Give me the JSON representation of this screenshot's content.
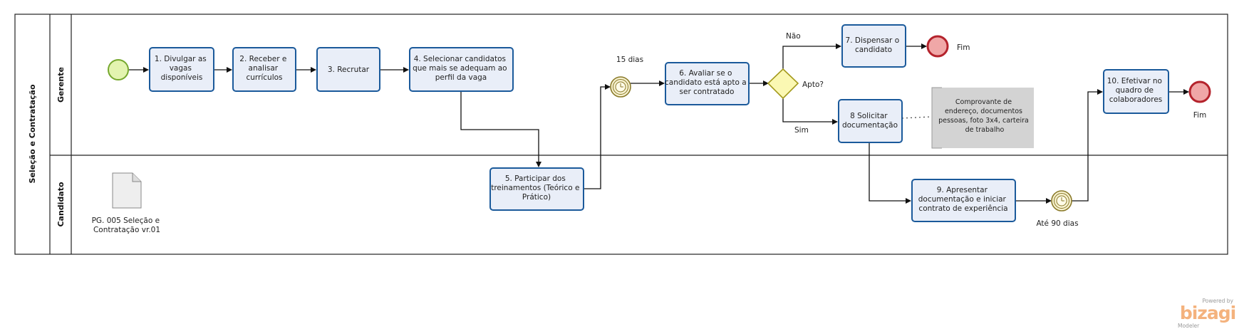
{
  "pool": {
    "title": "Seleção e Contratação"
  },
  "lanes": {
    "manager": "Gerente",
    "candidate": "Candidato"
  },
  "tasks": {
    "t1": [
      "1. Divulgar as",
      "vagas",
      "disponíveis"
    ],
    "t2": [
      "2. Receber e",
      "analisar",
      "currículos"
    ],
    "t3": [
      "3. Recrutar"
    ],
    "t4": [
      "4. Selecionar candidatos",
      "que mais se adequam ao",
      "perfil da vaga"
    ],
    "t5": [
      "5. Participar dos",
      "treinamentos (Teórico e",
      "Prático)"
    ],
    "t6": [
      "6. Avaliar se o",
      "candidato está apto a",
      "ser contratado"
    ],
    "t7": [
      "7. Dispensar o",
      "candidato"
    ],
    "t8": [
      "8 Solicitar",
      "documentação"
    ],
    "t9": [
      "9. Apresentar",
      "documentação e iniciar",
      "contrato de experiência"
    ],
    "t10": [
      "10. Efetivar no",
      "quadro de",
      "colaboradores"
    ]
  },
  "gateway": {
    "label": "Apto?",
    "no": "Não",
    "yes": "Sim"
  },
  "timers": {
    "first": "15 dias",
    "second": "Até 90 dias"
  },
  "end_events": {
    "end1": "Fim",
    "end2": "Fim"
  },
  "annotation": [
    "Comprovante de",
    "endereço, documentos",
    "pessoas, foto 3x4, carteira",
    "de trabalho"
  ],
  "artifact": [
    "PG. 005 Seleção e",
    "Contratação vr.01"
  ],
  "branding": {
    "powered": "Powered by",
    "logo": "bizagi",
    "product": "Modeler"
  }
}
